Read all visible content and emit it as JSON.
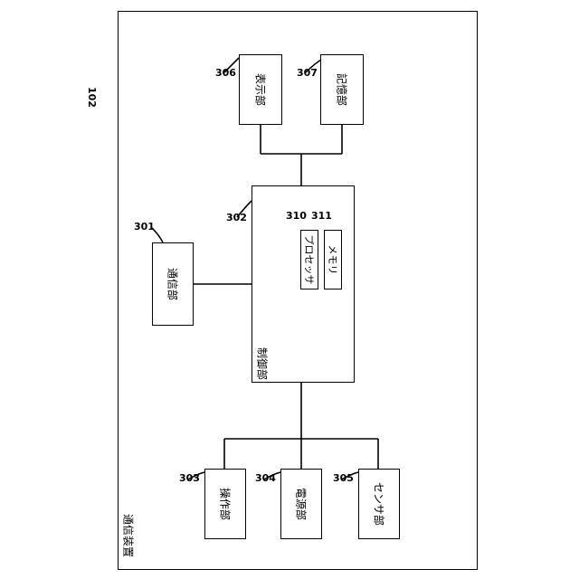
{
  "device": {
    "ref": "102",
    "title": "通信装置"
  },
  "control": {
    "ref": "302",
    "label": "制御部",
    "processor": {
      "ref": "310",
      "label": "プロセッサ"
    },
    "memory": {
      "ref": "311",
      "label": "メモリ"
    }
  },
  "comm": {
    "ref": "301",
    "label": "通信部"
  },
  "display": {
    "ref": "306",
    "label": "表示部"
  },
  "storage": {
    "ref": "307",
    "label": "記憶部"
  },
  "operation": {
    "ref": "303",
    "label": "操作部"
  },
  "power": {
    "ref": "304",
    "label": "電源部"
  },
  "sensor": {
    "ref": "305",
    "label": "センサ部"
  }
}
